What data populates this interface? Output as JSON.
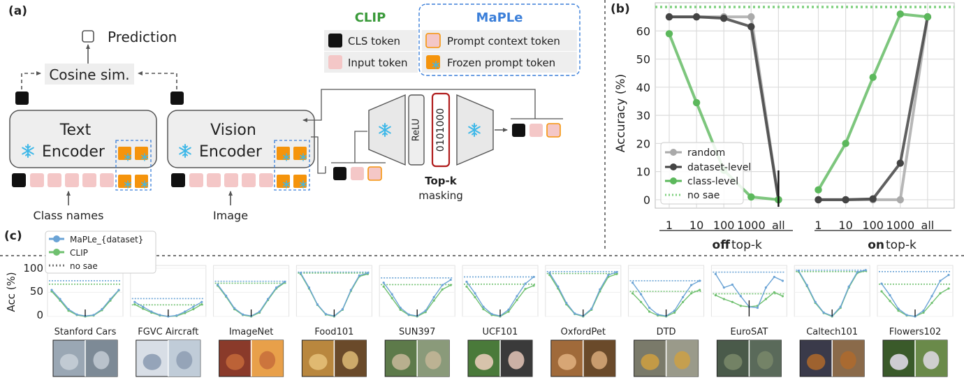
{
  "panel_a": {
    "label": "(a)",
    "prediction": "Prediction",
    "cosine": "Cosine sim.",
    "text_encoder": {
      "line1": "Text",
      "line2": "Encoder"
    },
    "vision_encoder": {
      "line1": "Vision",
      "line2": "Encoder"
    },
    "class_names": "Class names",
    "image": "Image",
    "relu": "ReLU",
    "bits": "0101000",
    "topk_bold": "Top-k",
    "topk_rest": "masking",
    "legend": {
      "clip_title": "CLIP",
      "maple_title": "MaPLe",
      "cls_token": "CLS token",
      "input_token": "Input token",
      "prompt_context": "Prompt context token",
      "frozen_prompt": "Frozen prompt token"
    },
    "colors": {
      "clip_green": "#3a9a3a",
      "maple_blue": "#3b7fd9",
      "token_pink": "#f4c7c7",
      "prompt_orange": "#f5940c",
      "snow": "#3fb8e8"
    },
    "icons": [
      "snowflake-icon",
      "checkbox-icon"
    ]
  },
  "panel_b": {
    "label": "(b)",
    "ylabel": "Accuracy (%)",
    "group_off_bold": "off",
    "group_on_bold": "on",
    "group_suffix": " top-k",
    "legend": [
      "random",
      "dataset-level",
      "class-level",
      "no sae"
    ]
  },
  "panel_c": {
    "label": "(c)",
    "ylabel": "Acc (%)",
    "yticks": [
      "100",
      "50",
      "0"
    ],
    "legend": [
      "MaPLe_{dataset}",
      "CLIP",
      "no sae"
    ],
    "datasets": [
      "Stanford Cars",
      "FGVC Aircraft",
      "ImageNet",
      "Food101",
      "SUN397",
      "UCF101",
      "OxfordPet",
      "DTD",
      "EuroSAT",
      "Caltech101",
      "Flowers102"
    ]
  },
  "chart_data": [
    {
      "type": "line",
      "categories": [
        "1",
        "10",
        "100",
        "1000",
        "all",
        "1",
        "10",
        "100",
        "1000",
        "all"
      ],
      "ylabel": "Accuracy (%)",
      "ylim": [
        -3,
        70
      ],
      "yticks": [
        0,
        10,
        20,
        30,
        40,
        50,
        60
      ],
      "grid": true,
      "legend_position": "bottom-left",
      "series": [
        {
          "name": "random",
          "color": "#aaaaaa",
          "values": [
            65,
            65,
            65,
            65,
            0,
            0,
            0,
            0,
            0,
            65
          ]
        },
        {
          "name": "dataset-level",
          "color": "#444444",
          "values": [
            65,
            65,
            64.5,
            61.5,
            0,
            0,
            0,
            0.3,
            13,
            65
          ]
        },
        {
          "name": "class-level",
          "color": "#5cb85c",
          "values": [
            59,
            34.5,
            10.5,
            1,
            0,
            3.5,
            20,
            43.5,
            66,
            65
          ]
        },
        {
          "name": "no sae",
          "color": "#7fd07f",
          "style": "dotted",
          "values": [
            68.5,
            68.5,
            68.5,
            68.5,
            68.5,
            68.5,
            68.5,
            68.5,
            68.5,
            68.5
          ]
        }
      ]
    },
    {
      "type": "line",
      "ylabel": "Acc (%)",
      "ylim": [
        0,
        100
      ],
      "small_multiples": [
        {
          "title": "Stanford Cars",
          "maple": [
            55,
            36,
            15,
            4,
            1,
            3,
            15,
            36,
            55
          ],
          "clip": [
            52,
            33,
            12,
            3,
            0,
            2,
            13,
            33,
            54
          ],
          "nosae_maple": 74,
          "nosae_clip": 67
        },
        {
          "title": "FGVC Aircraft",
          "maple": [
            30,
            20,
            10,
            3,
            0,
            2,
            10,
            20,
            30
          ],
          "clip": [
            25,
            16,
            8,
            2,
            0,
            1,
            7,
            15,
            25
          ],
          "nosae_maple": 37,
          "nosae_clip": 24
        },
        {
          "title": "ImageNet",
          "maple": [
            66,
            43,
            17,
            4,
            1,
            10,
            36,
            60,
            72
          ],
          "clip": [
            64,
            41,
            15,
            3,
            0,
            8,
            34,
            58,
            70
          ],
          "nosae_maple": 73,
          "nosae_clip": 69
        },
        {
          "title": "Food101",
          "maple": [
            90,
            60,
            25,
            5,
            1,
            15,
            55,
            85,
            90
          ],
          "clip": [
            88,
            58,
            24,
            4,
            0,
            14,
            53,
            83,
            88
          ],
          "nosae_maple": 92,
          "nosae_clip": 90
        },
        {
          "title": "SUN397",
          "maple": [
            70,
            46,
            18,
            4,
            1,
            12,
            40,
            65,
            76
          ],
          "clip": [
            62,
            38,
            14,
            3,
            0,
            9,
            33,
            56,
            65
          ],
          "nosae_maple": 80,
          "nosae_clip": 66
        },
        {
          "title": "UCF101",
          "maple": [
            72,
            48,
            20,
            5,
            1,
            14,
            42,
            68,
            82
          ],
          "clip": [
            62,
            40,
            15,
            3,
            0,
            10,
            34,
            57,
            64
          ],
          "nosae_maple": 82,
          "nosae_clip": 67
        },
        {
          "title": "OxfordPet",
          "maple": [
            90,
            62,
            28,
            6,
            1,
            16,
            56,
            86,
            92
          ],
          "clip": [
            86,
            58,
            25,
            5,
            0,
            14,
            52,
            82,
            88
          ],
          "nosae_maple": 93,
          "nosae_clip": 89
        },
        {
          "title": "DTD",
          "maple": [
            70,
            46,
            18,
            4,
            1,
            12,
            40,
            65,
            74
          ],
          "clip": [
            48,
            30,
            10,
            2,
            0,
            8,
            30,
            48,
            55
          ],
          "nosae_maple": 74,
          "nosae_clip": 52
        },
        {
          "title": "EuroSAT",
          "maple": [
            88,
            60,
            66,
            42,
            20,
            18,
            60,
            82,
            74
          ],
          "clip": [
            44,
            36,
            30,
            22,
            20,
            22,
            36,
            50,
            42
          ],
          "nosae_maple": 92,
          "nosae_clip": 47
        },
        {
          "title": "Caltech101",
          "maple": [
            95,
            65,
            30,
            8,
            1,
            20,
            62,
            92,
            96
          ],
          "clip": [
            93,
            63,
            28,
            7,
            0,
            18,
            60,
            90,
            95
          ],
          "nosae_maple": 96,
          "nosae_clip": 93
        },
        {
          "title": "Flowers102",
          "maple": [
            68,
            44,
            16,
            3,
            0,
            12,
            42,
            74,
            86
          ],
          "clip": [
            52,
            32,
            12,
            2,
            0,
            8,
            28,
            48,
            58
          ],
          "nosae_maple": 93,
          "nosae_clip": 67
        }
      ]
    }
  ]
}
